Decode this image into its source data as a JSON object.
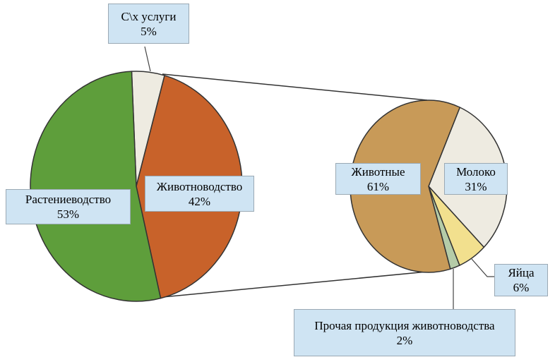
{
  "chart_data": {
    "type": "pie",
    "subtype": "pie-of-pie",
    "main": {
      "slices": [
        {
          "label": "C\\x услуги",
          "value": 5,
          "display": "5%",
          "color": "#eeebe1"
        },
        {
          "label": "Животноводство",
          "value": 42,
          "display": "42%",
          "color": "#c8622a"
        },
        {
          "label": "Растениеводство",
          "value": 53,
          "display": "53%",
          "color": "#5e9e3b"
        }
      ]
    },
    "secondary": {
      "source": "Животноводство",
      "slices": [
        {
          "label": "Молоко",
          "value": 31,
          "display": "31%",
          "color": "#eeebe1"
        },
        {
          "label": "Яйца",
          "value": 6,
          "display": "6%",
          "color": "#f2e08e"
        },
        {
          "label": "Прочая продукция животноводства",
          "value": 2,
          "display": "2%",
          "color": "#b5cca8"
        },
        {
          "label": "Животные",
          "value": 61,
          "display": "61%",
          "color": "#c89a58"
        }
      ]
    }
  }
}
